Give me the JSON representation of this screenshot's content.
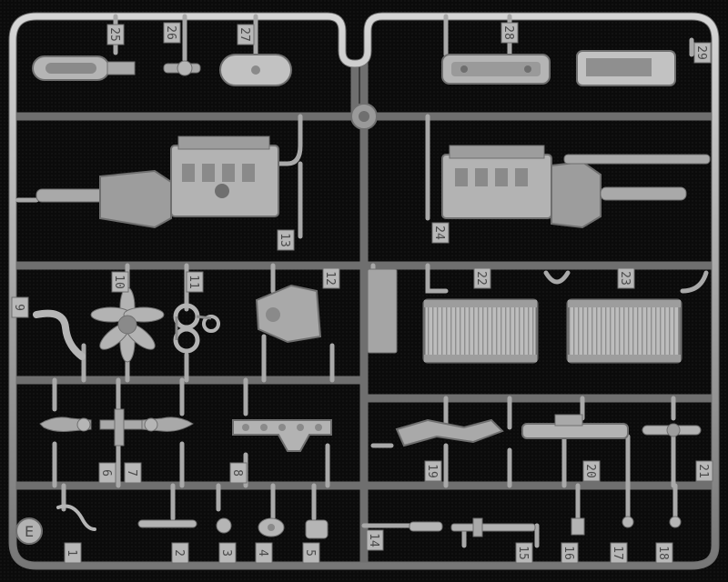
{
  "sprue": {
    "letter": "E",
    "colors": {
      "background": "#0b0b0b",
      "plastic": "#a9a9a9",
      "plastic_light": "#cfcfcf",
      "plastic_dark": "#6f6f6f",
      "label_text": "#4a4a4a"
    },
    "part_numbers": {
      "p1": "1",
      "p2": "2",
      "p3": "3",
      "p4": "4",
      "p5": "5",
      "p6": "6",
      "p7": "7",
      "p8": "8",
      "p9": "9",
      "p10": "10",
      "p11": "11",
      "p12": "12",
      "p13": "13",
      "p14": "14",
      "p15": "15",
      "p16": "16",
      "p17": "17",
      "p18": "18",
      "p19": "19",
      "p20": "20",
      "p21": "21",
      "p22": "22",
      "p23": "23",
      "p24": "24",
      "p25": "25",
      "p26": "26",
      "p27": "27",
      "p28": "28",
      "p29": "29"
    }
  }
}
